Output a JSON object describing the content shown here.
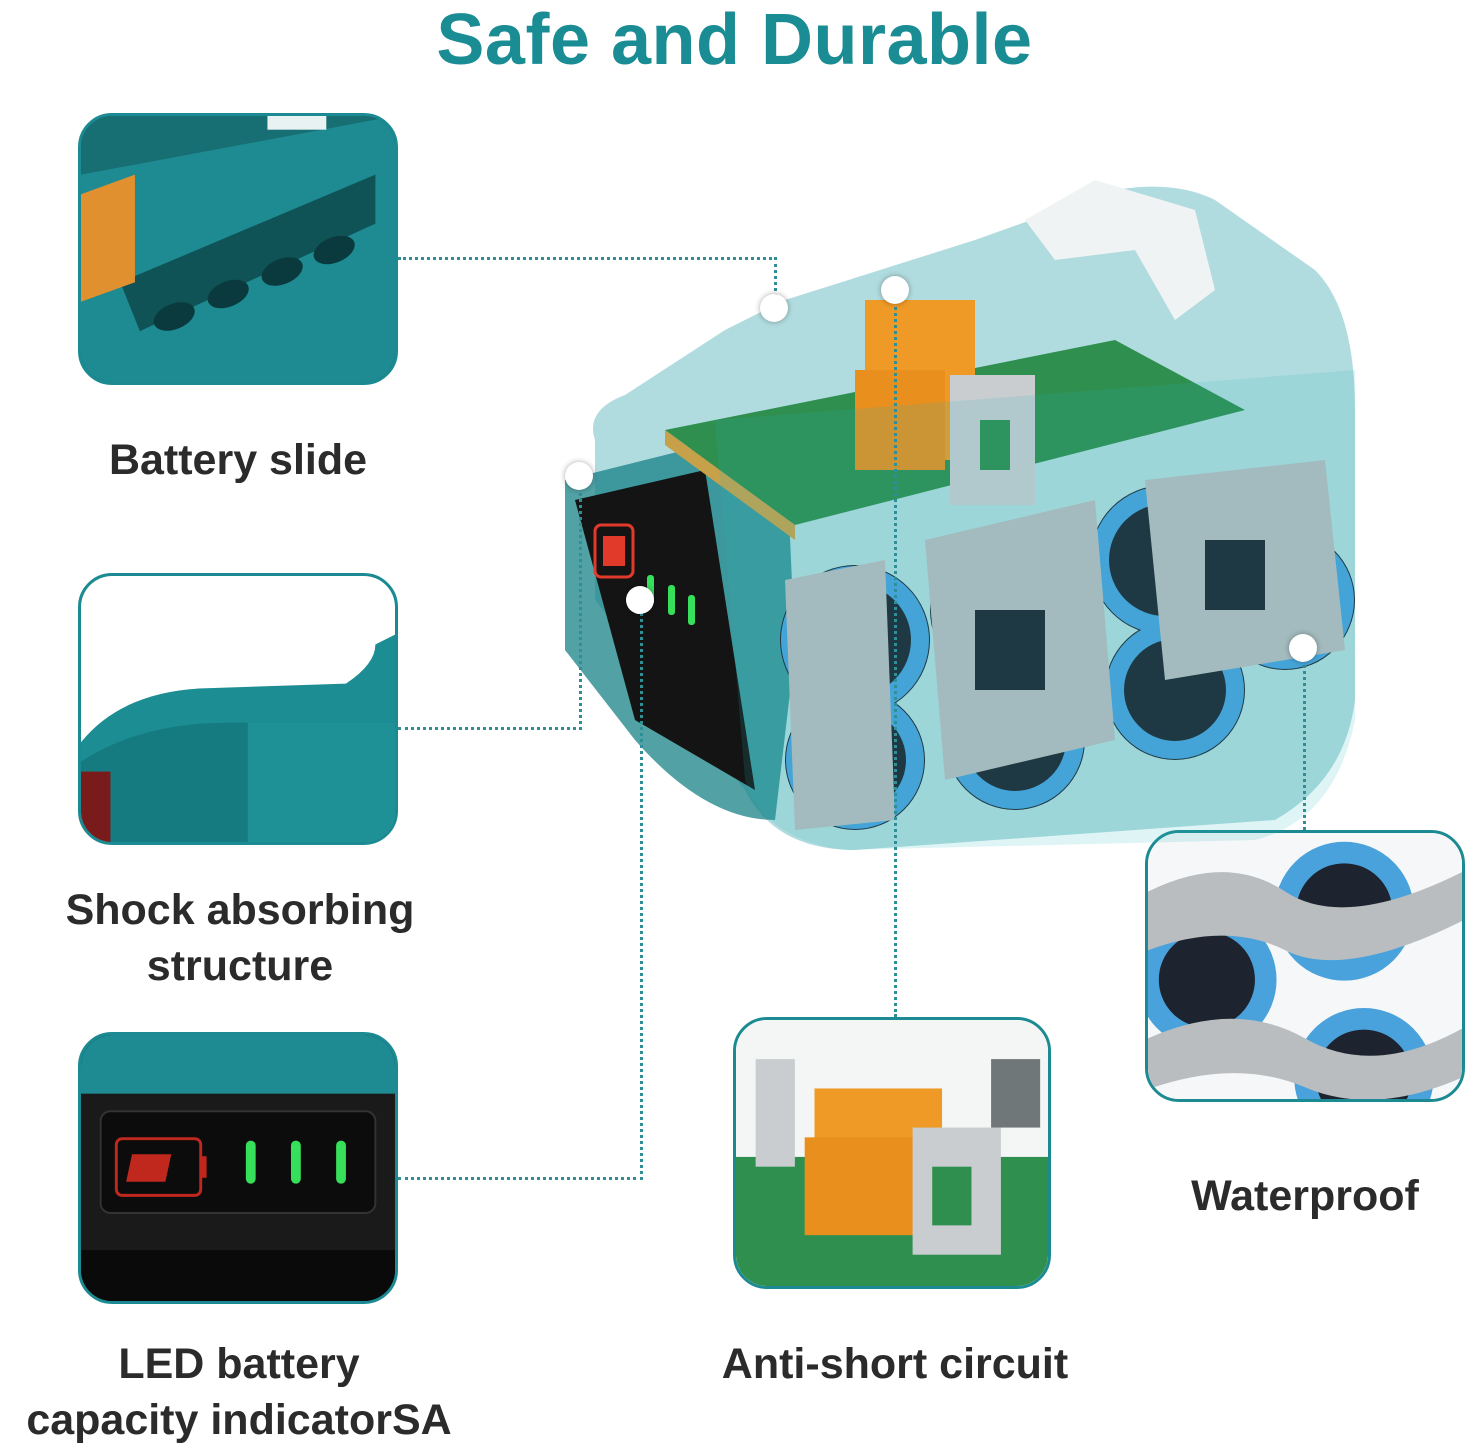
{
  "title": "Safe and Durable",
  "features": {
    "battery_slide": "Battery slide",
    "shock_line1": "Shock absorbing",
    "shock_line2": "structure",
    "led_line1": "LED battery",
    "led_line2": "capacity indicatorSA",
    "anti_short": "Anti-short circuit",
    "waterproof": "Waterproof"
  },
  "colors": {
    "accent": "#1a8c94",
    "casing": "#1c8a92",
    "cell": "#4a9fd8",
    "led_green": "#37e05a",
    "led_red": "#e23a2a"
  }
}
